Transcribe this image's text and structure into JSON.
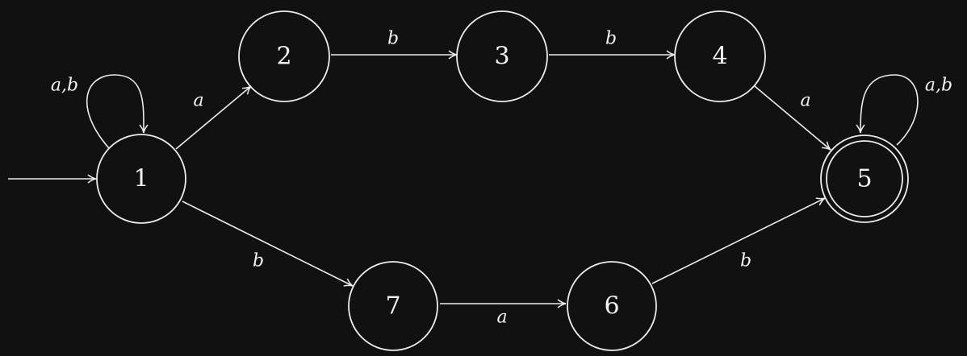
{
  "diagram": {
    "type": "finite-automaton",
    "colors": {
      "background": "#111111",
      "stroke": "#ececec",
      "text": "#f2f2f2"
    },
    "states": [
      {
        "id": "1",
        "label": "1",
        "start": true,
        "accepting": false
      },
      {
        "id": "2",
        "label": "2",
        "start": false,
        "accepting": false
      },
      {
        "id": "3",
        "label": "3",
        "start": false,
        "accepting": false
      },
      {
        "id": "4",
        "label": "4",
        "start": false,
        "accepting": false
      },
      {
        "id": "5",
        "label": "5",
        "start": false,
        "accepting": true
      },
      {
        "id": "6",
        "label": "6",
        "start": false,
        "accepting": false
      },
      {
        "id": "7",
        "label": "7",
        "start": false,
        "accepting": false
      }
    ],
    "transitions": [
      {
        "from": "1",
        "to": "1",
        "label": "a,b"
      },
      {
        "from": "1",
        "to": "2",
        "label": "a"
      },
      {
        "from": "2",
        "to": "3",
        "label": "b"
      },
      {
        "from": "3",
        "to": "4",
        "label": "b"
      },
      {
        "from": "4",
        "to": "5",
        "label": "a"
      },
      {
        "from": "5",
        "to": "5",
        "label": "a,b"
      },
      {
        "from": "1",
        "to": "7",
        "label": "b"
      },
      {
        "from": "7",
        "to": "6",
        "label": "a"
      },
      {
        "from": "6",
        "to": "5",
        "label": "b"
      }
    ]
  }
}
